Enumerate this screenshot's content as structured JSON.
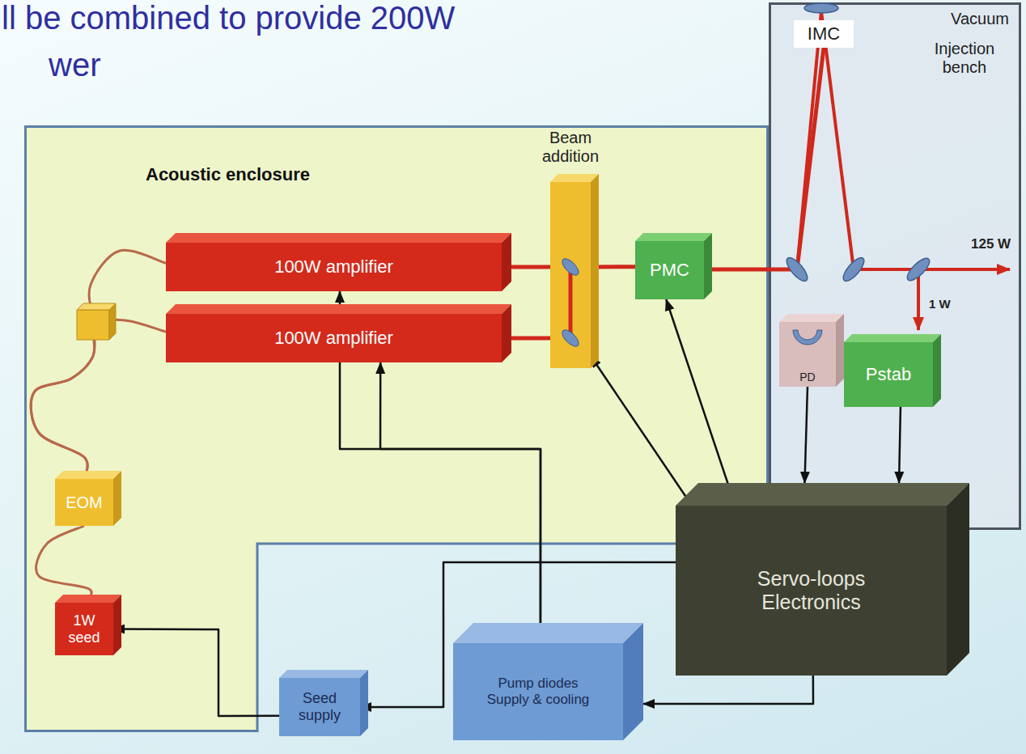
{
  "diagram": {
    "nodes": [
      {
        "text": [
          "Acoustic enclosure"
        ]
      },
      {
        "text": [
          "Beam addition"
        ],
        "in": 0
      },
      {
        "text": [
          "100W amplifier"
        ],
        "in": 0
      },
      {
        "text": [
          "PMC"
        ],
        "in": 0
      },
      {
        "text": [
          "100W amplifier"
        ],
        "in": 0
      },
      {
        "text": [
          "EOM"
        ],
        "in": 0
      },
      {
        "text": [
          "1W seed"
        ],
        "in": 0
      },
      {
        "text": [
          "Vacuum",
          "Injection bench"
        ]
      },
      {
        "text": [
          "IMC"
        ],
        "in": 7
      },
      {
        "text": [
          "PD"
        ],
        "in": 7
      },
      {
        "text": [
          "Pstab"
        ],
        "in": 7
      },
      {
        "text": [
          "Servo-loops Electronics"
        ]
      },
      {
        "text": [
          "Seed supply"
        ]
      },
      {
        "text": [
          "Pump diodes Supply & cooling"
        ]
      }
    ],
    "edges": [
      {
        "from": 2,
        "to": 1,
        "arrow": "none"
      },
      {
        "from": 4,
        "to": 1,
        "arrow": "none"
      },
      {
        "from": 1,
        "to": 3,
        "arrow": "none"
      },
      {
        "from": 6,
        "to": 5,
        "arrow": "none"
      },
      {
        "from": 5,
        "to": 2,
        "arrow": "none"
      },
      {
        "from": 5,
        "to": 4,
        "arrow": "none"
      },
      {
        "from": 11,
        "to": 1,
        "arrow": "to"
      },
      {
        "from": 11,
        "to": 3,
        "arrow": "to"
      },
      {
        "from": 9,
        "to": 11,
        "arrow": "to"
      },
      {
        "from": 10,
        "to": 11,
        "arrow": "to"
      },
      {
        "from": 11,
        "to": 12,
        "arrow": "to"
      },
      {
        "from": 12,
        "to": 6,
        "arrow": "to"
      },
      {
        "from": 11,
        "to": 13,
        "arrow": "to"
      },
      {
        "from": 13,
        "to": 4,
        "arrow": "to"
      },
      {
        "from": 13,
        "to": 2,
        "arrow": "to"
      },
      {
        "from": 3,
        "to": 8,
        "arrow": "none"
      }
    ],
    "labels": [
      "ll be combined to provide 200W",
      "wer",
      "125 W",
      "1 W"
    ]
  }
}
